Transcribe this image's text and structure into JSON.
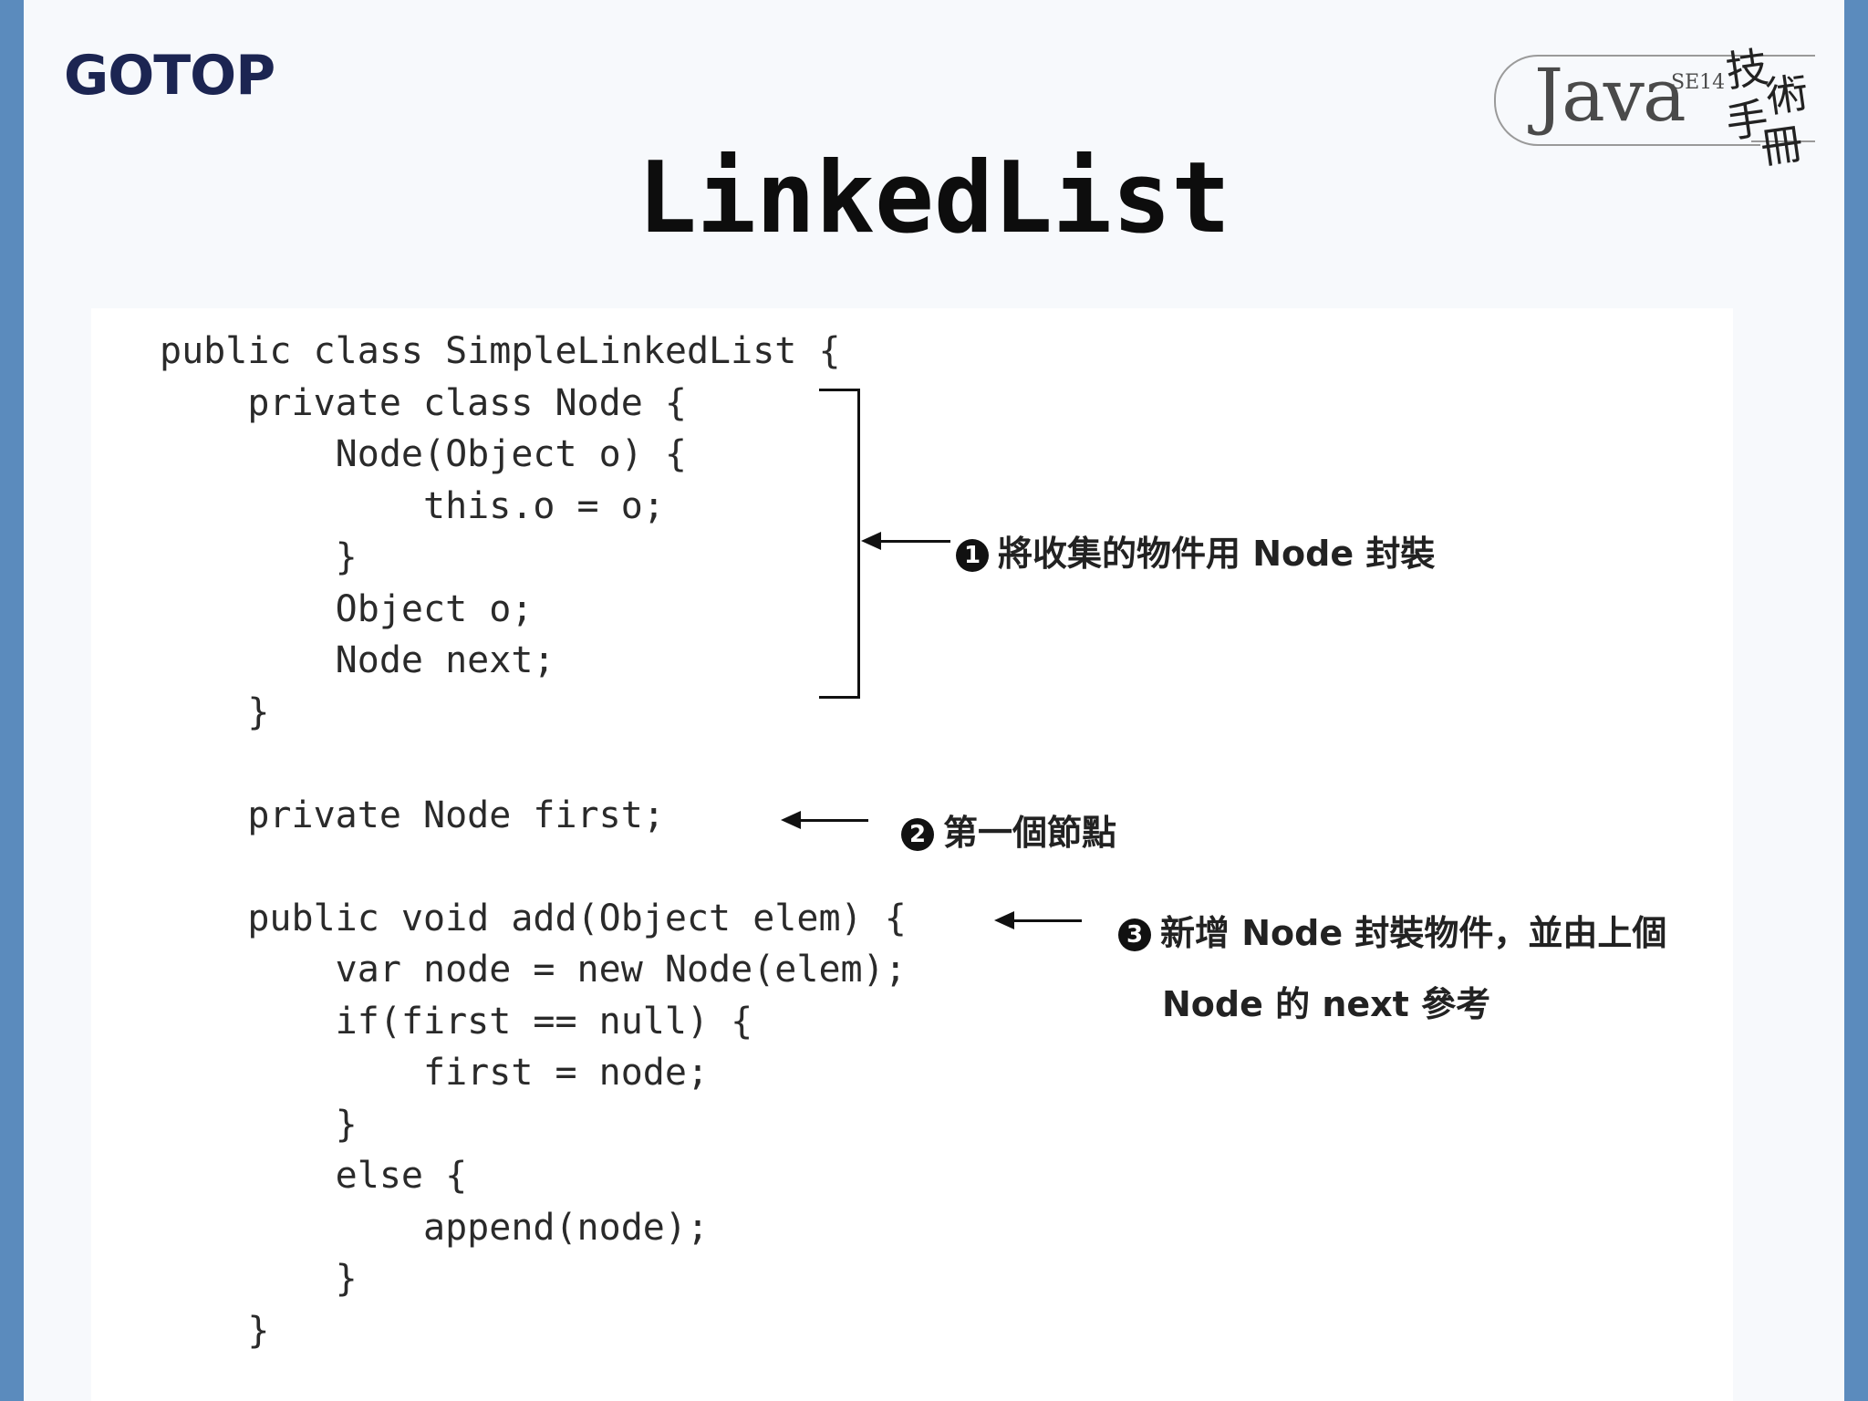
{
  "header": {
    "brand_logo": "GOTOP",
    "java_logo": {
      "word": "Java",
      "version": "SE14",
      "chars": [
        "技",
        "術",
        "手",
        "冊"
      ]
    }
  },
  "slide": {
    "title": "LinkedList"
  },
  "code": {
    "lines": [
      "public class SimpleLinkedList {",
      "    private class Node {",
      "        Node(Object o) {",
      "            this.o = o;",
      "        }",
      "        Object o;",
      "        Node next;",
      "    }",
      "",
      "    private Node first;",
      "",
      "    public void add(Object elem) {",
      "        var node = new Node(elem);",
      "        if(first == null) {",
      "            first = node;",
      "        }",
      "        else {",
      "            append(node);",
      "        }",
      "    }"
    ]
  },
  "annotations": [
    {
      "number": "1",
      "text": "將收集的物件用 Node 封裝"
    },
    {
      "number": "2",
      "text": "第一個節點"
    },
    {
      "number": "3",
      "text": "新增 Node 封裝物件，並由上個",
      "text2": "Node 的 next 參考"
    }
  ],
  "colors": {
    "side_bar": "#5b8bbd",
    "background": "#f7f9fc",
    "brand": "#1c2552"
  }
}
